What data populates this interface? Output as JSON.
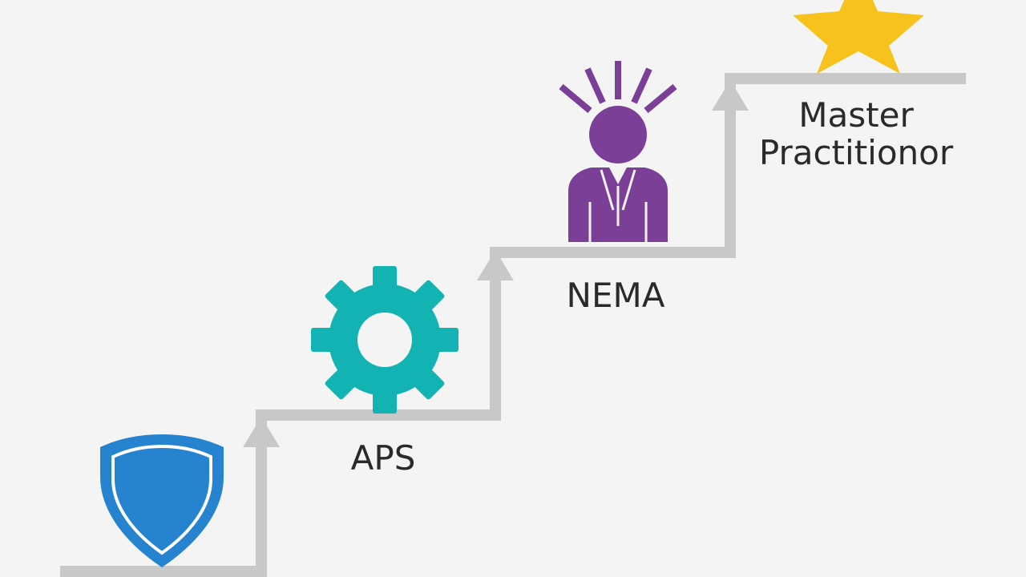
{
  "steps": [
    {
      "id": "base",
      "icon": "shield-icon",
      "label": ""
    },
    {
      "id": "aps",
      "icon": "gear-icon",
      "label": "APS"
    },
    {
      "id": "nema",
      "icon": "person-idea-icon",
      "label": "NEMA"
    },
    {
      "id": "master",
      "icon": "star-icon",
      "label_line1": "Master",
      "label_line2": "Practitionor"
    }
  ],
  "colors": {
    "background": "#f4f4f4",
    "stair": "#c8c8c8",
    "shield": "#2683cf",
    "gear": "#14b3b3",
    "person": "#7b3f98",
    "star": "#f7c21b",
    "text": "#2a2a2a"
  }
}
